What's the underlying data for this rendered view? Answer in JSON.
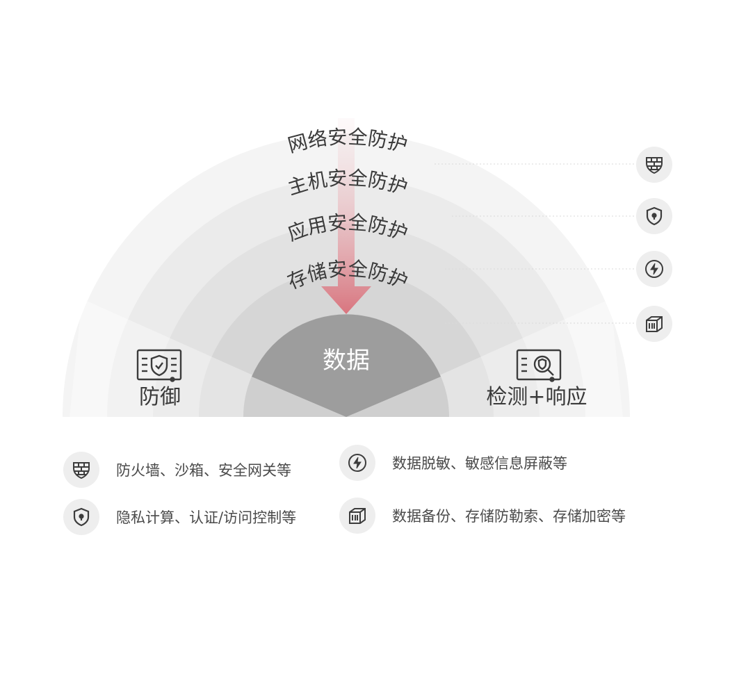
{
  "rings": [
    {
      "label": "网络安全防护",
      "icon": "firewall-icon"
    },
    {
      "label": "主机安全防护",
      "icon": "shield-lock-icon"
    },
    {
      "label": "应用安全防护",
      "icon": "lightning-icon"
    },
    {
      "label": "存储安全防护",
      "icon": "storage-box-icon"
    }
  ],
  "center": {
    "label": "数据"
  },
  "pillars": {
    "left": {
      "label": "防御",
      "icon": "defense-panel-icon"
    },
    "right": {
      "label": "检测+响应",
      "icon": "detect-panel-icon"
    }
  },
  "legend": [
    {
      "icon": "firewall-icon",
      "text": "防火墙、沙箱、安全网关等"
    },
    {
      "icon": "lightning-icon",
      "text": "数据脱敏、敏感信息屏蔽等"
    },
    {
      "icon": "shield-lock-icon",
      "text": "隐私计算、认证/访问控制等"
    },
    {
      "icon": "storage-box-icon",
      "text": "数据备份、存储防勒索、存储加密等"
    }
  ],
  "colors": {
    "ring_outer": "#f4f4f4",
    "ring_2": "#ebebeb",
    "ring_3": "#e0e0e0",
    "ring_4": "#d2d2d2",
    "core": "#9b9b9b",
    "arrow": "#d9707a",
    "icon_stroke": "#3c3c3c"
  }
}
